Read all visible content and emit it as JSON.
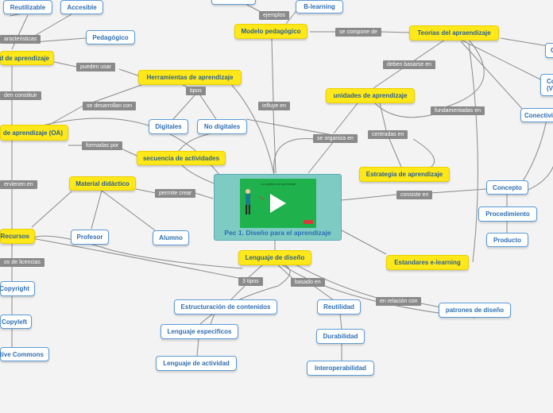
{
  "map": {
    "central_title": "Pec 1. Diseño para el aprendizaje",
    "video_caption": "Los objetivos de aprendizaje",
    "nodes": {
      "reutilizable": "Reutilizable",
      "accesible": "Accesible",
      "pedagogico": "Pedagógico",
      "modelo_pedagogico": "Modelo pedagógico",
      "blearning": "B-learning",
      "teorias": "Teorías del apraendizaje",
      "right_c_top": "C",
      "right_co": "Co",
      "right_v": "(V",
      "conectivismo": "Conectivi",
      "unidades_partial": "d de aprendizaje",
      "herramientas": "Herramientas de aprendizaje",
      "unidades": "unidades de aprendizaje",
      "digitales": "Digitales",
      "no_digitales": "No digitales",
      "oa": "de aprendizaje (OA)",
      "secuencia": "secuencia de actividades",
      "estrategia": "Estrategia de  aprendizaje",
      "material": "Material didáctico",
      "concepto": "Concepto",
      "procedimiento": "Procedimiento",
      "producto": "Producto",
      "recursos": "Recursos",
      "profesor": "Profesor",
      "alumno": "Alumno",
      "lenguaje_diseno": "Lenguaje de diseño",
      "estandares": "Estandares e-learning",
      "copyright": "Copyright",
      "copyleft": "Copyleft",
      "creative_commons": "tive Commons",
      "estructuracion": "Estructuración de contenidos",
      "reutilidad": "Reutilidad",
      "patrones": "patrones de diseño",
      "especificos": "Lenguaje especificos",
      "durabilidad": "Durabilidad",
      "actividad": "Lenguaje de actividad",
      "interoperabilidad": "Interoperabilidad"
    },
    "labels": {
      "caracteristicas": "aracteristicas",
      "ejemplos": "ejemplos",
      "se_compone_de": "se compone de",
      "pueden_usar": "pueden usar",
      "deben_basarse": "deben basarse en",
      "tipos": "tipos",
      "pueden_constituir": "den constituir",
      "se_desarrollan_con": "se desarrollan con",
      "influye_en": "influye en",
      "fundamentadas_en": "fundamentadas en",
      "se_organiza_en": "se organiza en",
      "centradas_en": "centradas en",
      "formadas_por": "formadas por",
      "intervienen_en": "ervienen en",
      "permite_crear": "permite crear",
      "consiste_en": "consiste en",
      "tipos_licencias": "os de licencias",
      "tres_tipos": "3 tipos",
      "basado_en": "basado en",
      "en_relacion_con": "en relación con"
    }
  },
  "colors": {
    "background": "#f3f3f4",
    "main_node": "#ffe81a",
    "sub_node_border": "#5b9bd5",
    "link_label": "#8a8a8a",
    "central_box": "#7ecbc4",
    "video": "#1fb24c",
    "line": "#8a8a8a"
  }
}
